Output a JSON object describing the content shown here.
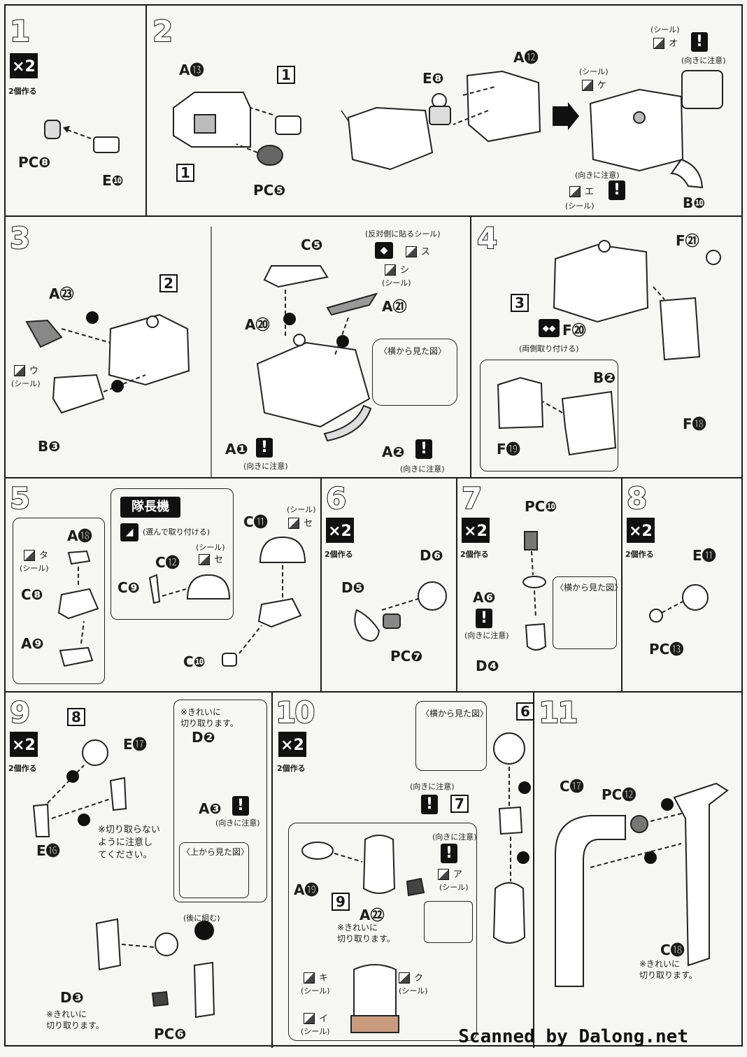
{
  "steps": {
    "s1": {
      "num": "1",
      "qty": "×2",
      "qty_note": "2個作る",
      "parts": [
        "PC❽",
        "E❿"
      ]
    },
    "s2": {
      "num": "2",
      "parts": [
        "A⓭",
        "PC❺",
        "E❽",
        "A⓬",
        "B❿"
      ],
      "refs": [
        "1",
        "1"
      ],
      "seals": [
        "(シール)",
        "(シール)",
        "(シール)"
      ],
      "seal_keys": [
        "オ",
        "ケ",
        "エ"
      ],
      "caution": "(向きに注意)"
    },
    "s3": {
      "num": "3",
      "parts": [
        "A㉓",
        "B❸",
        "C❺",
        "A⑳",
        "A㉑",
        "A❶",
        "A❷"
      ],
      "ref": "2",
      "seal_label": "(シール)",
      "seal_u": "ウ",
      "seal_shi": "シ",
      "seal_su": "ス",
      "opposite_seal": "(反対側に貼るシール)",
      "side_view": "〈横から見た図〉",
      "caution": "(向きに注意)"
    },
    "s4": {
      "num": "4",
      "parts": [
        "F㉑",
        "F⑳",
        "F⓲",
        "B❷",
        "F⓳"
      ],
      "ref": "3",
      "both_sides": "(両側取り付ける)"
    },
    "s5": {
      "num": "5",
      "captain": "隊長機",
      "choose": "(選んで取り付ける)",
      "parts": [
        "A⓲",
        "C❽",
        "A❾",
        "C⓫",
        "C⓬",
        "C❾",
        "C❿"
      ],
      "seal_label": "(シール)",
      "seal_ta": "タ",
      "seal_se": "セ"
    },
    "s6": {
      "num": "6",
      "qty": "×2",
      "qty_note": "2個作る",
      "parts": [
        "D❻",
        "D❺",
        "PC❼"
      ]
    },
    "s7": {
      "num": "7",
      "qty": "×2",
      "qty_note": "2個作る",
      "parts": [
        "PC❿",
        "A❻",
        "D❹"
      ],
      "side_view": "〈横から見た図〉",
      "caution": "(向きに注意)"
    },
    "s8": {
      "num": "8",
      "qty": "×2",
      "qty_note": "2個作る",
      "parts": [
        "E⓫",
        "PC⓭"
      ]
    },
    "s9": {
      "num": "9",
      "qty": "×2",
      "qty_note": "2個作る",
      "parts": [
        "E⓱",
        "E⓰",
        "D❷",
        "A❸",
        "D❸",
        "PC❻"
      ],
      "ref": "8",
      "careful_cut": "※きれいに\n切り取ります。",
      "no_cut": "※切り取らない\nように注意し\nてください。",
      "top_view": "〈上から見た図〉",
      "later": "(後に組む)",
      "caution": "(向きに注意)",
      "careful_cut2": "※きれいに\n切り取ります。"
    },
    "s10": {
      "num": "10",
      "qty": "×2",
      "qty_note": "2個作る",
      "parts": [
        "A⓳",
        "A㉒"
      ],
      "refs": [
        "6",
        "7",
        "9"
      ],
      "side_view": "〈横から見た図〉",
      "caution": "(向きに注意)",
      "careful_cut": "※きれいに\n切り取ります。",
      "seal_label": "(シール)",
      "seal_a": "ア",
      "seal_ki": "キ",
      "seal_ku": "ク",
      "seal_i": "イ"
    },
    "s11": {
      "num": "11",
      "parts": [
        "C⓱",
        "PC⓬",
        "C⓲"
      ],
      "careful_cut": "※きれいに\n切り取ります。"
    }
  },
  "watermark": "Scanned by Dalong.net"
}
